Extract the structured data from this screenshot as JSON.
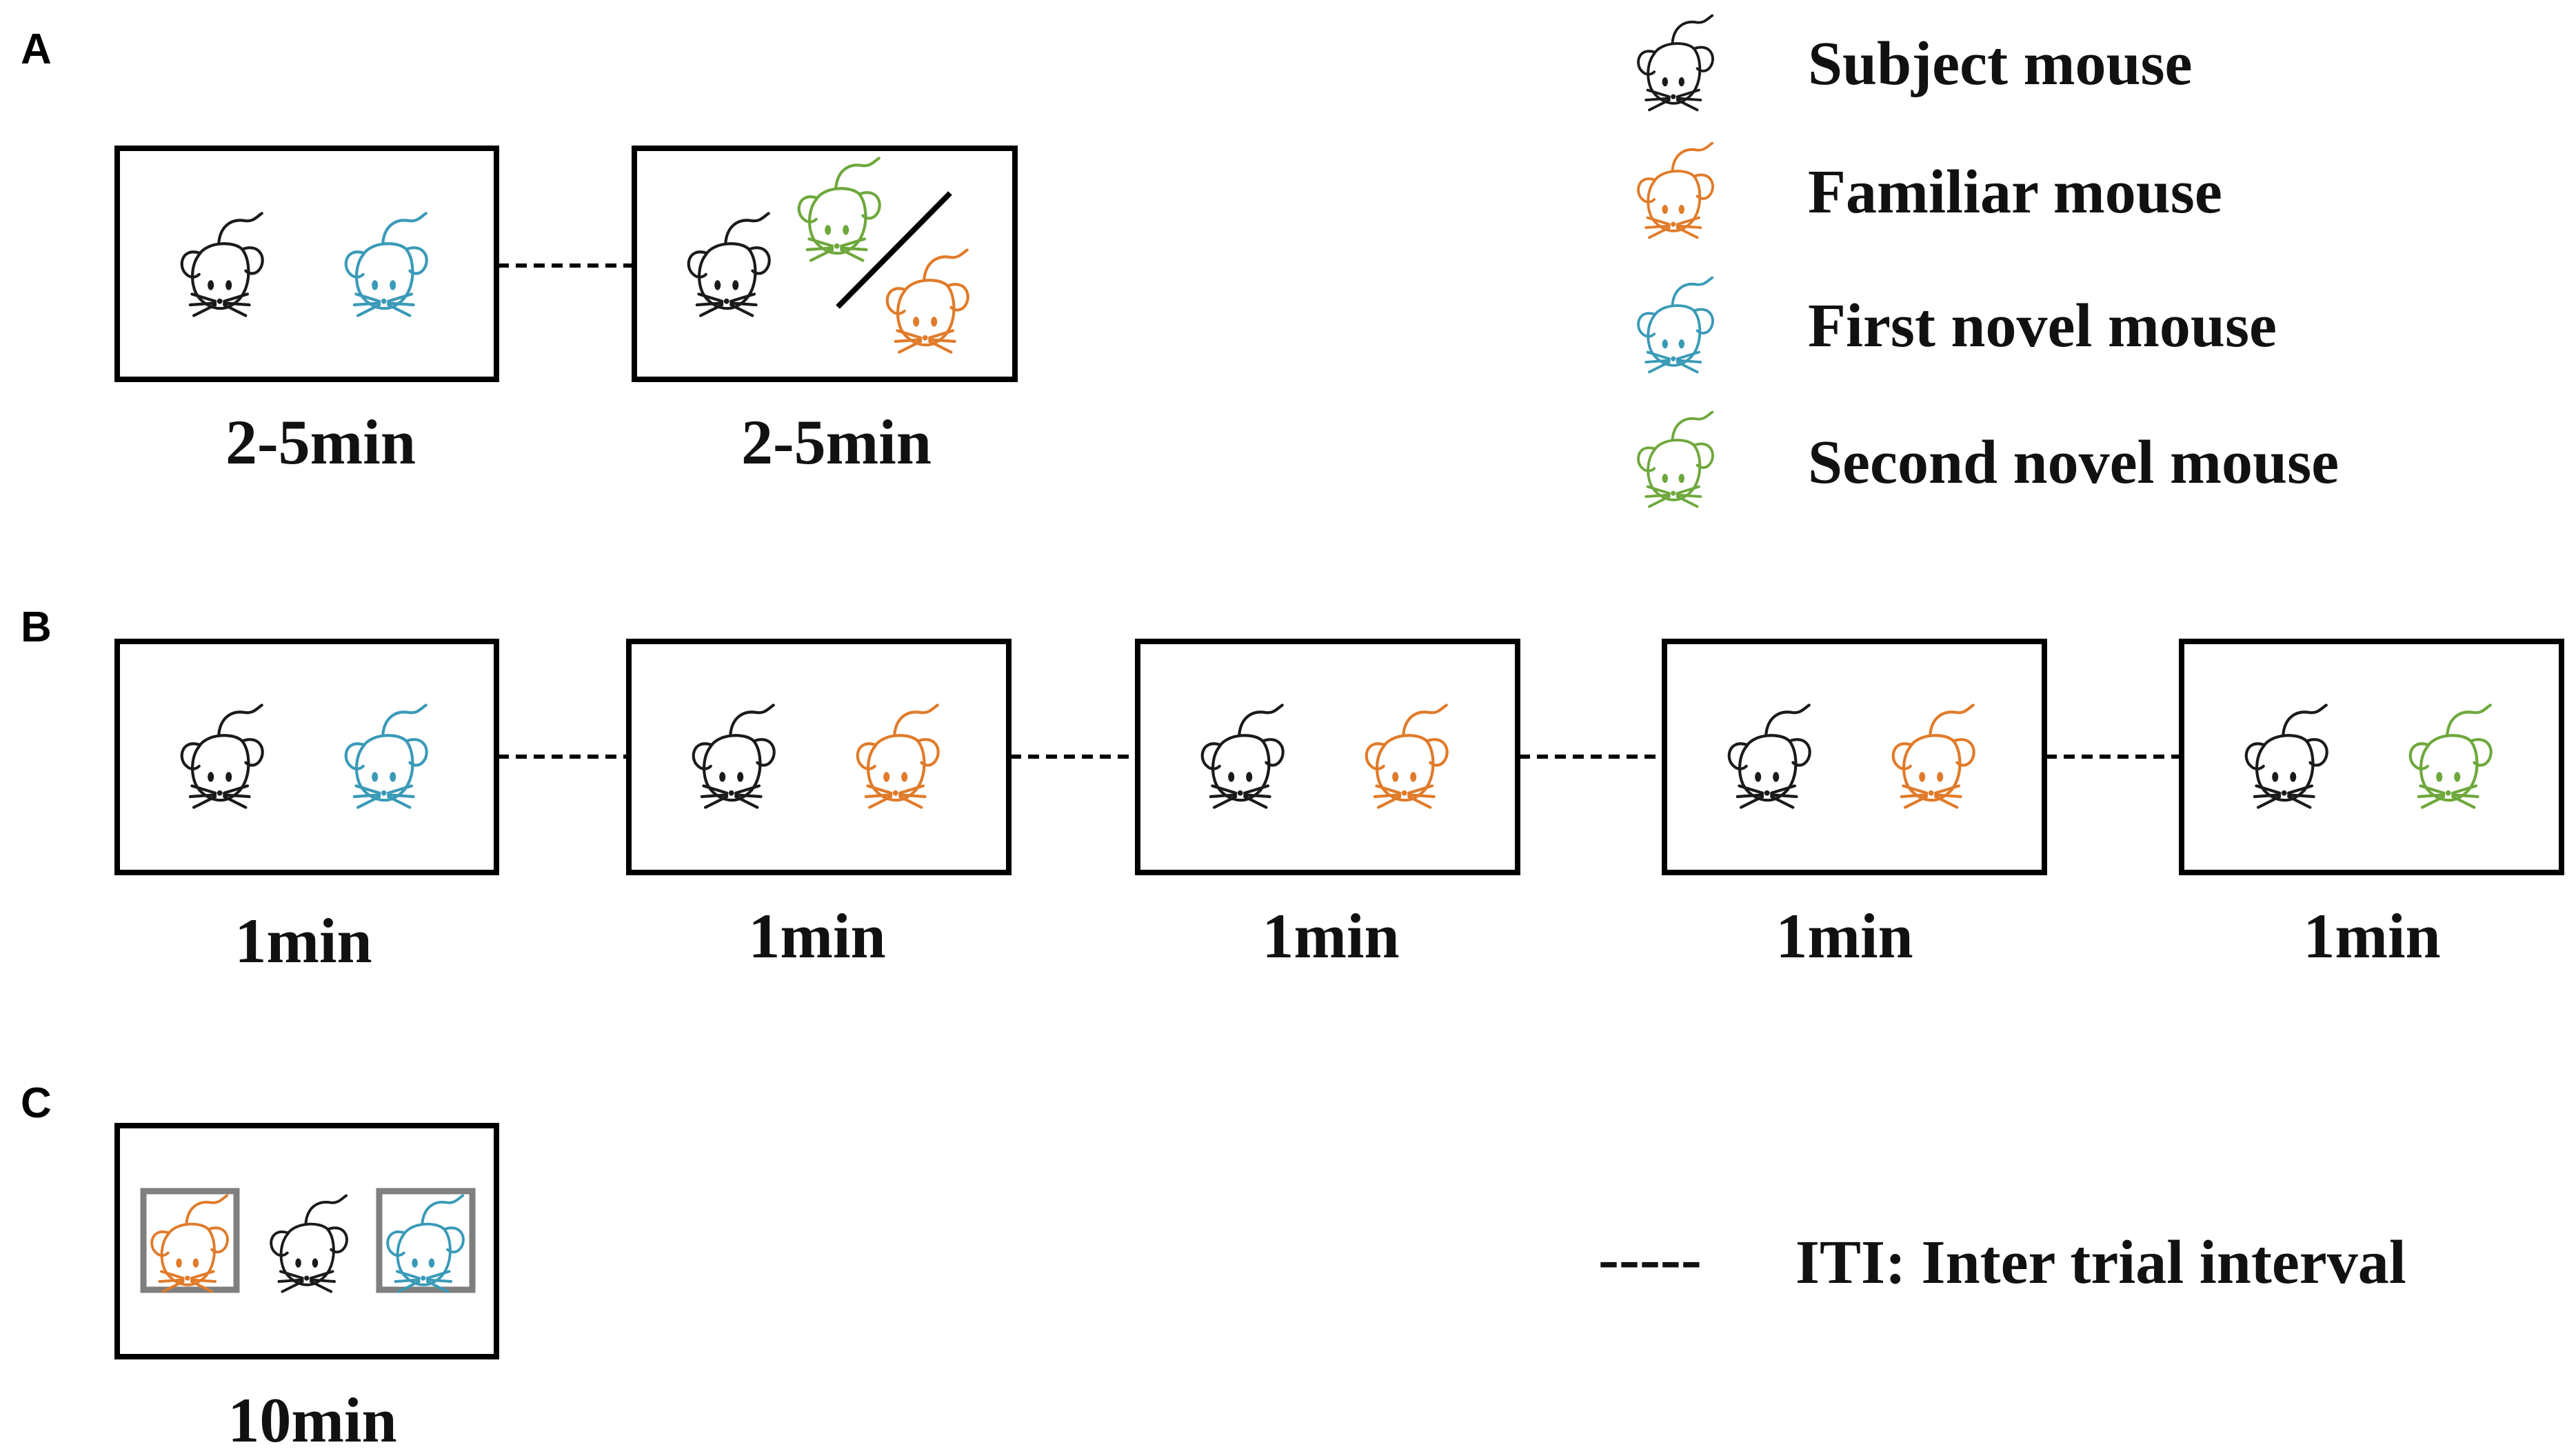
{
  "colors": {
    "subject": "#1a1a1a",
    "familiar": "#e07b2a",
    "novel1": "#3a9ab8",
    "novel2": "#6ea83c"
  },
  "panels": {
    "A": {
      "letter": "A",
      "durations": [
        "2-5min",
        "2-5min"
      ]
    },
    "B": {
      "letter": "B",
      "durations": [
        "1min",
        "1min",
        "1min",
        "1min",
        "1min"
      ]
    },
    "C": {
      "letter": "C",
      "durations": [
        "10min"
      ]
    }
  },
  "legend": {
    "subject": "Subject mouse",
    "familiar": "Familiar mouse",
    "novel1": "First novel mouse",
    "novel2": "Second novel mouse",
    "iti_symbol": "-----",
    "iti": "ITI: Inter trial interval"
  }
}
